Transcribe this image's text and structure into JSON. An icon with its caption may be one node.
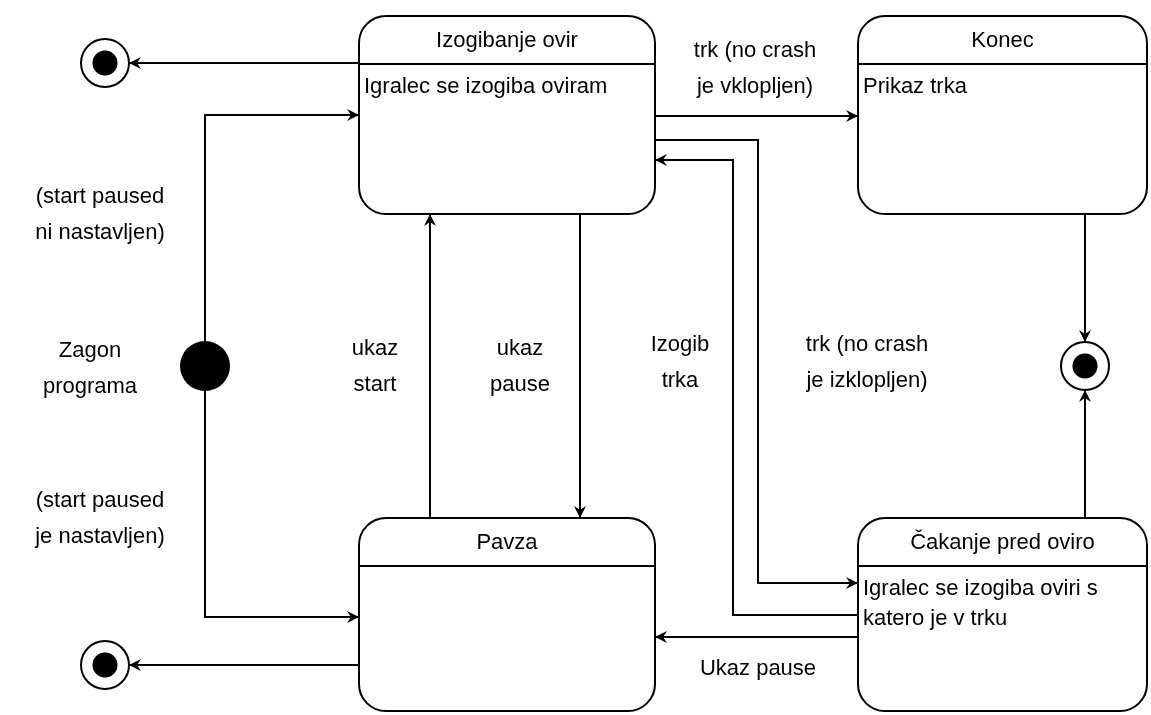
{
  "diagram": {
    "nodes": [
      {
        "text": [
          "Izogibanje ovir",
          "Igralec se izogiba oviram"
        ]
      },
      {
        "text": [
          "Konec",
          "Prikaz trka"
        ]
      },
      {
        "text": [],
        "shape": "circle",
        "beside": [
          "Zagon programa"
        ]
      },
      {
        "text": [],
        "shape": "circle"
      },
      {
        "text": [],
        "shape": "circle"
      },
      {
        "text": [
          "Pavza"
        ]
      },
      {
        "text": [
          "Čakanje pred oviro",
          "Igralec se izogiba oviri s katero je v trku"
        ]
      },
      {
        "text": [],
        "shape": "circle"
      }
    ],
    "edges": [
      {
        "from": 0,
        "to": 3,
        "arrow": "to"
      },
      {
        "from": 2,
        "to": 0,
        "arrow": "to",
        "label": "(start paused ni nastavljen)"
      },
      {
        "from": 2,
        "to": 5,
        "arrow": "to",
        "label": "(start paused je nastavljen)"
      },
      {
        "from": 5,
        "to": 0,
        "arrow": "to",
        "label": "ukaz start"
      },
      {
        "from": 0,
        "to": 5,
        "arrow": "to",
        "label": "ukaz pause"
      },
      {
        "from": 0,
        "to": 1,
        "arrow": "to",
        "label": "trk (no crash je vklopljen)"
      },
      {
        "from": 0,
        "to": 6,
        "arrow": "to",
        "label": "trk (no crash je izklopljen)"
      },
      {
        "from": 6,
        "to": 0,
        "arrow": "to",
        "label": "Izogib trka"
      },
      {
        "from": 6,
        "to": 5,
        "arrow": "to",
        "label": "Ukaz pause"
      },
      {
        "from": 1,
        "to": 4,
        "arrow": "to"
      },
      {
        "from": 6,
        "to": 4,
        "arrow": "to"
      },
      {
        "from": 5,
        "to": 7,
        "arrow": "to"
      }
    ]
  }
}
